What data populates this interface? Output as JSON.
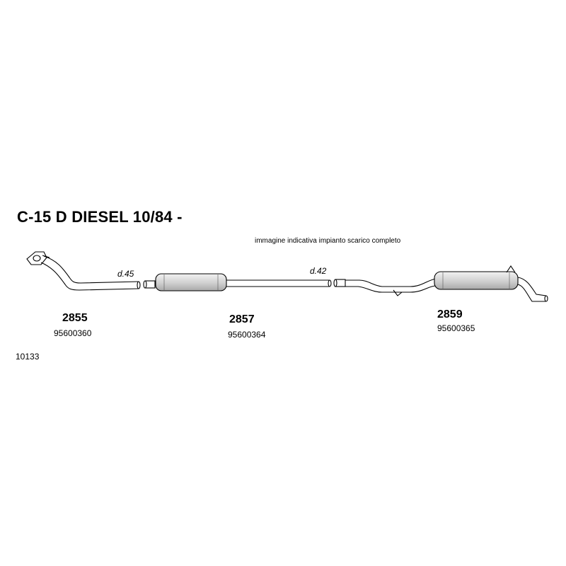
{
  "header": {
    "title": "C-15 D DIESEL 10/84 -",
    "subtitle": "immagine indicativa impianto scarico completo"
  },
  "parts": [
    {
      "code": "2855",
      "ref": "95600360",
      "name": "front-pipe"
    },
    {
      "code": "2857",
      "ref": "95600364",
      "name": "intermediate-silencer"
    },
    {
      "code": "2859",
      "ref": "95600365",
      "name": "rear-silencer"
    }
  ],
  "diameters": [
    "d.45",
    "d.42"
  ],
  "drawing_id": "10133",
  "colors": {
    "line": "#000000",
    "silencer_fill": "#d9d9d9",
    "background": "#ffffff"
  }
}
